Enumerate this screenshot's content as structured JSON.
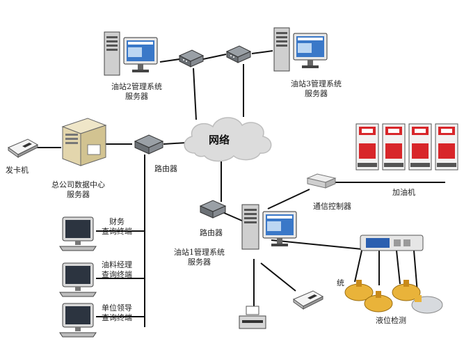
{
  "network": {
    "label": "网络"
  },
  "servers": {
    "station2": {
      "line1": "油站2管理系统",
      "line2": "服务器"
    },
    "station3": {
      "line1": "油站3管理系统",
      "line2": "服务器"
    },
    "station1": {
      "line1": "油站1管理系统",
      "line2": "服务器"
    },
    "hq": {
      "line1": "总公司数据中心",
      "line2": "服务器"
    }
  },
  "routers": {
    "hq_router": "路由器",
    "station1_router": "路由器"
  },
  "card_issuer": "发卡机",
  "terminals": [
    {
      "line1": "财务",
      "line2": "查询终端"
    },
    {
      "line1": "油料经理",
      "line2": "查询终端"
    },
    {
      "line1": "单位领导",
      "line2": "查询终端"
    }
  ],
  "dispensers": {
    "label": "加油机",
    "count": 4
  },
  "comm_controller": "通信控制器",
  "level_detection": {
    "label": "液位检测",
    "side_text": "统"
  },
  "colors": {
    "dispenser_red": "#d8262a",
    "screen_blue": "#3a78c8",
    "cloud": "#dcdcdc"
  }
}
